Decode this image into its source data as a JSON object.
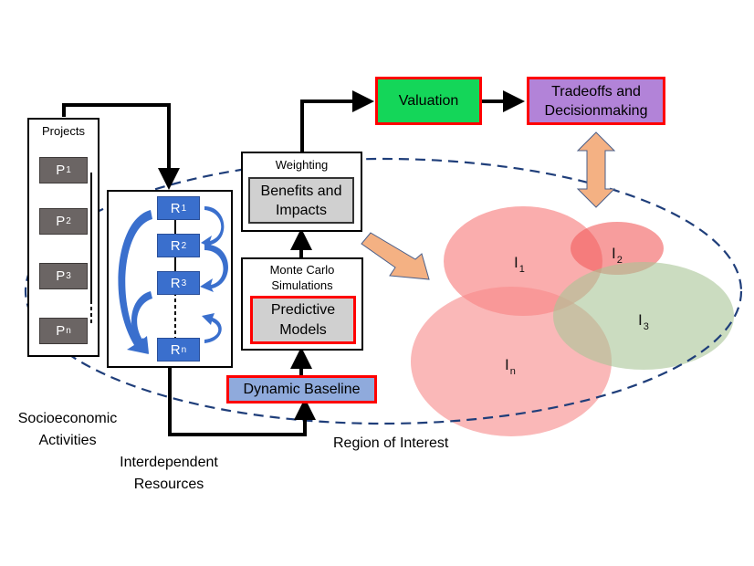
{
  "title": "Region of interest decision framework diagram",
  "labels": {
    "socioeconomic": [
      "Socioeconomic",
      "Activities"
    ],
    "interdependent": [
      "Interdependent",
      "Resources"
    ],
    "region": "Region of Interest"
  },
  "projects": {
    "title": "Projects",
    "items": [
      {
        "base": "P",
        "sub": "1"
      },
      {
        "base": "P",
        "sub": "2"
      },
      {
        "base": "P",
        "sub": "3"
      },
      {
        "base": "P",
        "sub": "n"
      }
    ]
  },
  "resources": {
    "items": [
      {
        "base": "R",
        "sub": "1"
      },
      {
        "base": "R",
        "sub": "2"
      },
      {
        "base": "R",
        "sub": "3"
      },
      {
        "base": "R",
        "sub": "n"
      }
    ]
  },
  "weighting": {
    "title": "Weighting",
    "inner": [
      "Benefits and",
      "Impacts"
    ]
  },
  "monte_carlo": {
    "title": [
      "Monte Carlo",
      "Simulations"
    ],
    "inner": [
      "Predictive",
      "Models"
    ]
  },
  "dynamic_baseline": "Dynamic Baseline",
  "valuation": "Valuation",
  "tradeoffs": [
    "Tradeoffs and",
    "Decisionmaking"
  ],
  "impacts": [
    {
      "base": "I",
      "sub": "1"
    },
    {
      "base": "I",
      "sub": "2"
    },
    {
      "base": "I",
      "sub": "3"
    },
    {
      "base": "I",
      "sub": "n"
    }
  ],
  "colors": {
    "valuation_fill": "#14d659",
    "tradeoffs_fill": "#b283d8",
    "highlight_border": "#ff0000",
    "baseline_fill": "#8faadc",
    "gray_fill": "#d0d0d0",
    "project_node": "#6b6564",
    "resource_node": "#3a6fcd",
    "dashed_region": "#1f3e7a",
    "orange_arrow": "#f4b183",
    "impact_red": "#f88a8a",
    "impact_green": "#a9c596"
  }
}
